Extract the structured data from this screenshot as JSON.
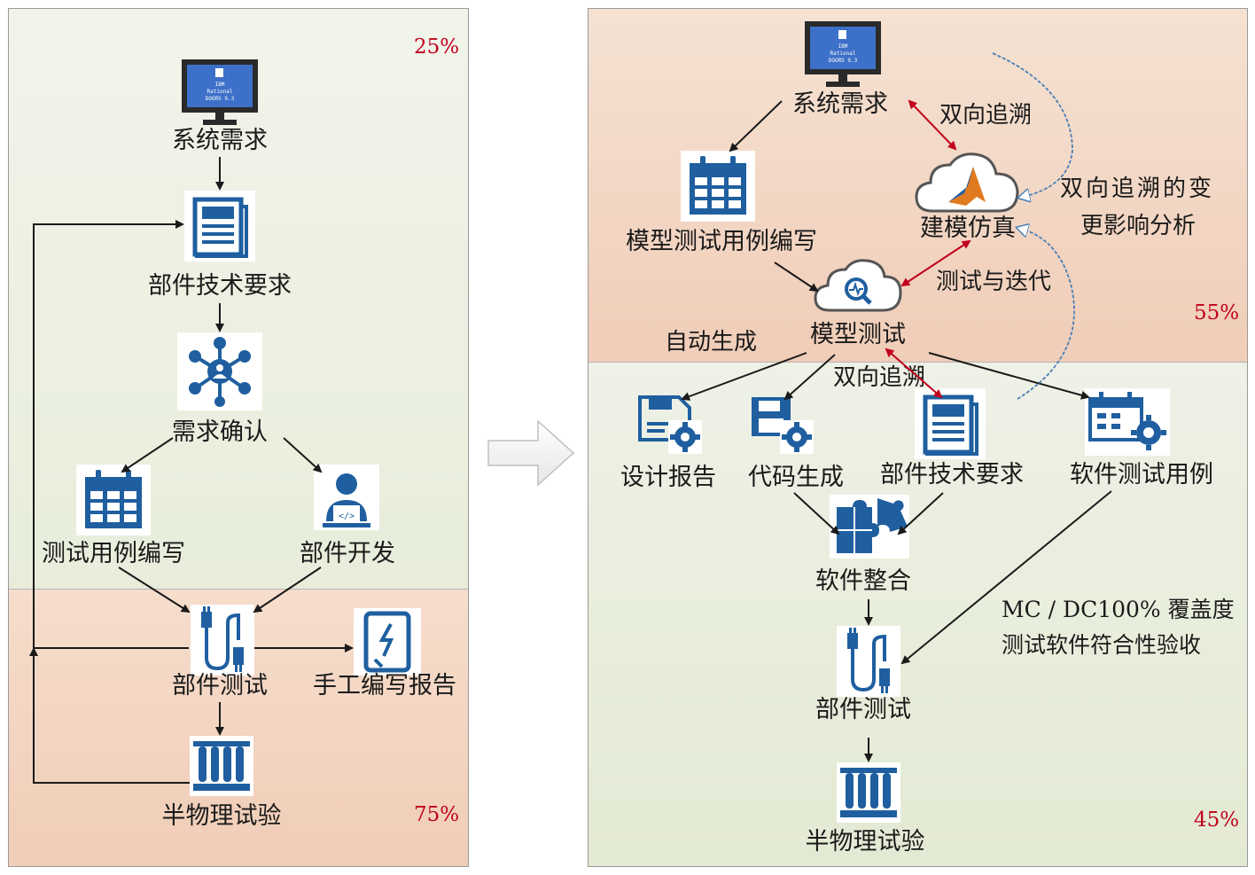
{
  "left": {
    "percent_top": "25%",
    "percent_bottom": "75%",
    "nodes": {
      "system_req": "系统需求",
      "component_spec": "部件技术要求",
      "req_confirm": "需求确认",
      "test_case_writing": "测试用例编写",
      "component_dev": "部件开发",
      "component_test": "部件测试",
      "manual_report": "手工编写报告",
      "hil_test": "半物理试验"
    }
  },
  "right": {
    "percent_top": "55%",
    "percent_bottom": "45%",
    "nodes": {
      "system_req": "系统需求",
      "model_test_case": "模型测试用例编写",
      "modeling_sim": "建模仿真",
      "model_test": "模型测试",
      "design_report": "设计报告",
      "code_gen": "代码生成",
      "component_spec": "部件技术要求",
      "software_test_case": "软件测试用例",
      "software_integration": "软件整合",
      "component_test": "部件测试",
      "hil_test": "半物理试验"
    },
    "annotations": {
      "bidirectional_trace_1": "双向追溯",
      "change_impact_line1": "双向追溯的变",
      "change_impact_line2": "更影响分析",
      "test_iterate": "测试与迭代",
      "auto_generate": "自动生成",
      "bidirectional_trace_2": "双向追溯",
      "coverage_line1": "MC / DC100% 覆盖度",
      "coverage_line2": "测试软件符合性验收"
    }
  },
  "monitor_screen_text": [
    "IBM",
    "Rational",
    "DOORS 9.3"
  ],
  "colors": {
    "icon_blue": "#1f5fa0",
    "percent_red": "#c0001c",
    "trace_arrow_red": "#c0001c",
    "panel_green": "#e3ead3",
    "panel_peach": "#f0cdb8"
  }
}
